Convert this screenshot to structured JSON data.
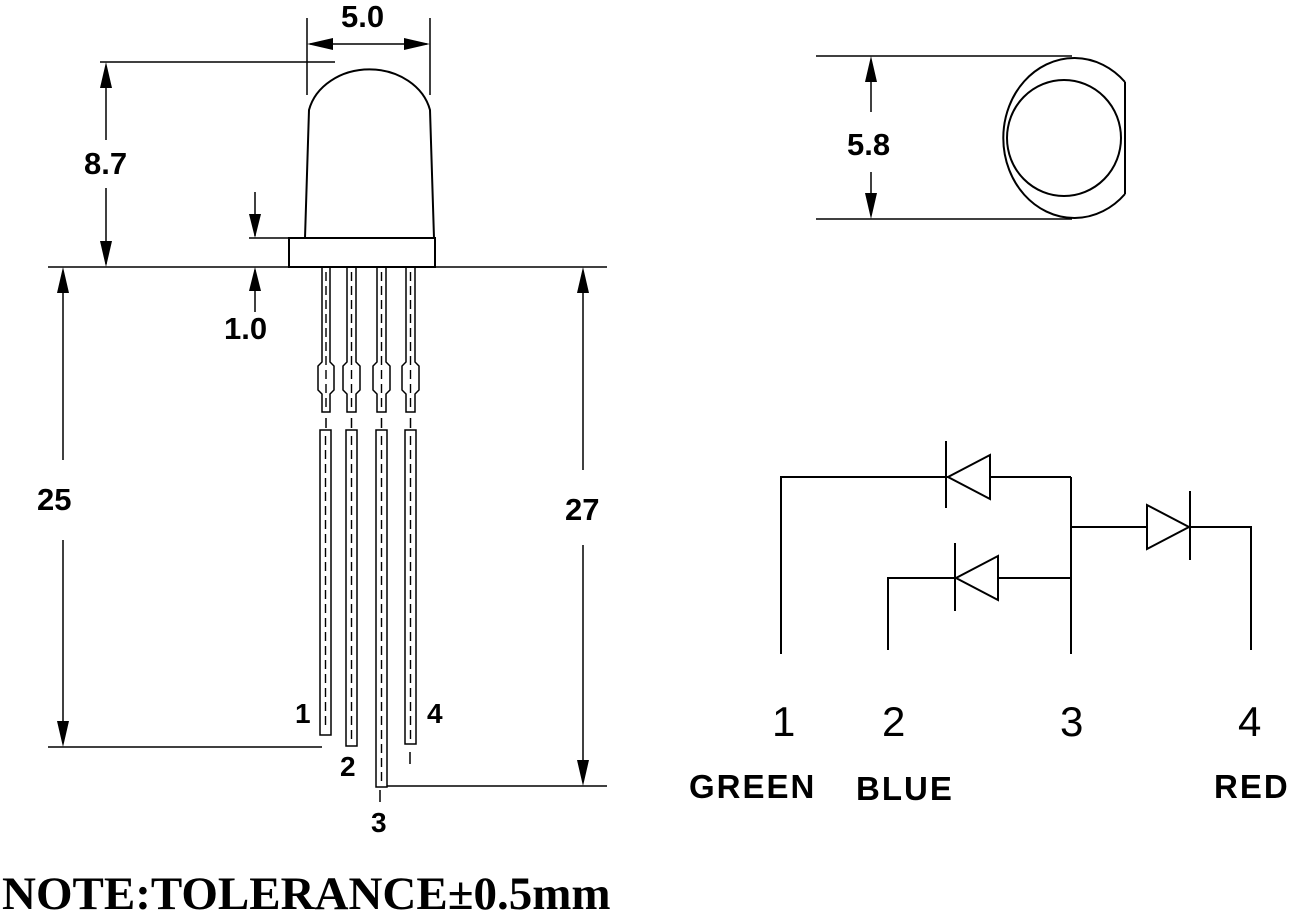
{
  "dimensions": {
    "lens_diameter": "5.0",
    "total_height": "8.7",
    "flange_thickness": "1.0",
    "short_lead_length": "25",
    "long_lead_length": "27",
    "flange_diameter": "5.8"
  },
  "pin_labels": {
    "p1": "1",
    "p2": "2",
    "p3": "3",
    "p4": "4"
  },
  "schematic": {
    "pins": [
      {
        "number": "1",
        "color": "GREEN"
      },
      {
        "number": "2",
        "color": "BLUE"
      },
      {
        "number": "3",
        "color": ""
      },
      {
        "number": "4",
        "color": "RED"
      }
    ]
  },
  "note": "NOTE:TOLERANCE±0.5mm"
}
